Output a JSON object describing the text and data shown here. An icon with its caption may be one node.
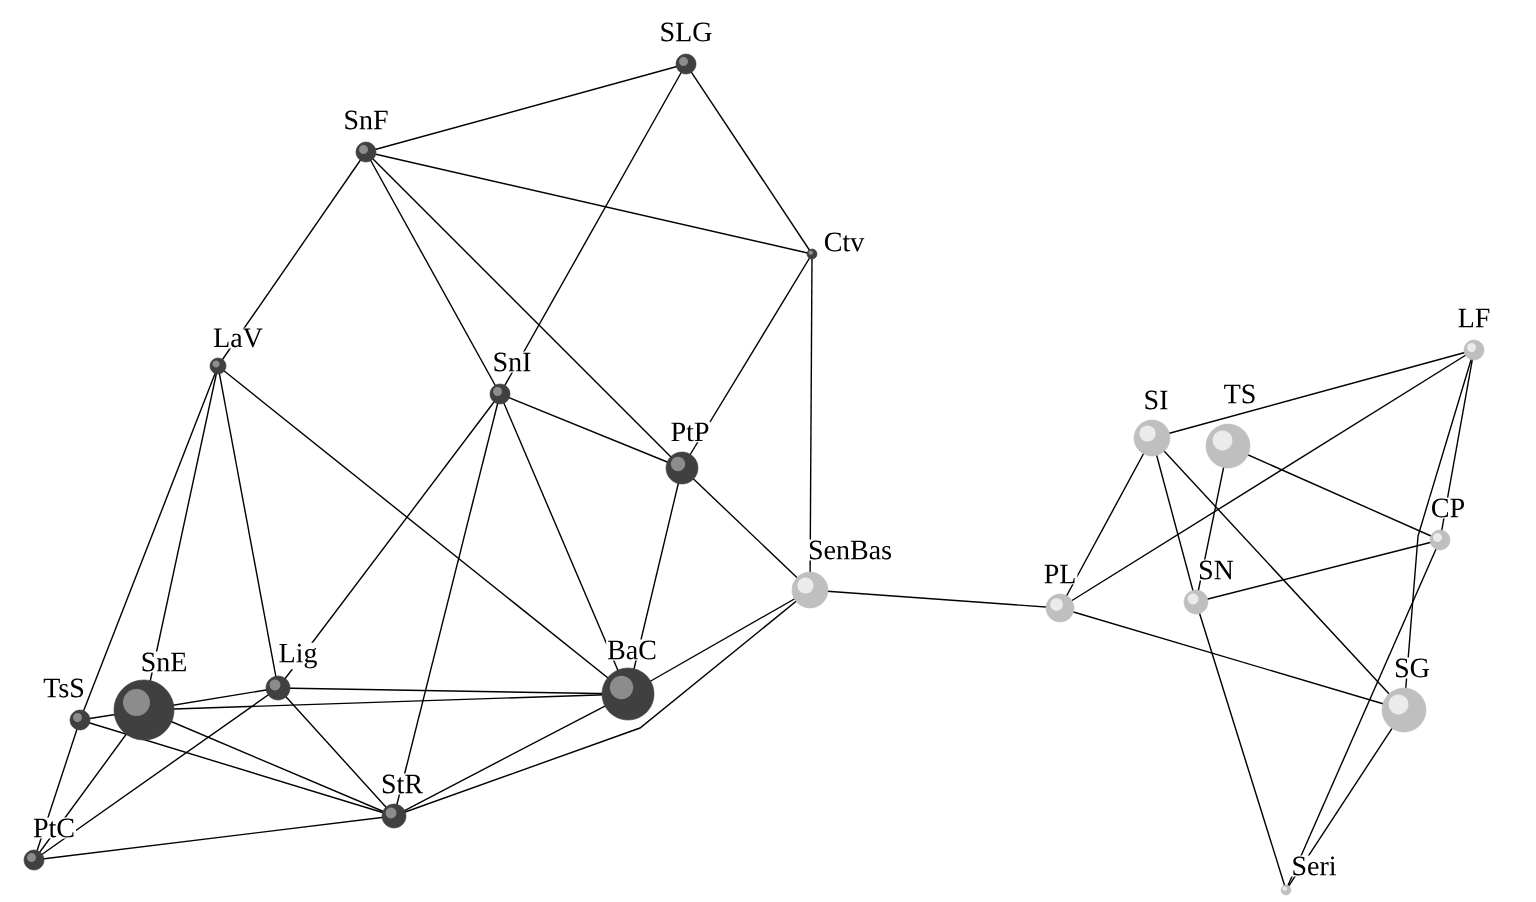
{
  "diagram": {
    "nodes": [
      {
        "text": [
          "SLG"
        ]
      },
      {
        "text": [
          "SnF"
        ]
      },
      {
        "text": [
          "Ctv"
        ]
      },
      {
        "text": [
          "LaV"
        ]
      },
      {
        "text": [
          "SnI"
        ]
      },
      {
        "text": [
          "PtP"
        ]
      },
      {
        "text": [
          "SenBas"
        ]
      },
      {
        "text": [
          "TsS"
        ]
      },
      {
        "text": [
          "SnE"
        ]
      },
      {
        "text": [
          "Lig"
        ]
      },
      {
        "text": [
          "BaC"
        ]
      },
      {
        "text": [
          "StR"
        ]
      },
      {
        "text": [
          "PtC"
        ]
      },
      {
        "text": [
          "PL"
        ]
      },
      {
        "text": [
          "SI"
        ]
      },
      {
        "text": [
          "TS"
        ]
      },
      {
        "text": [
          "LF"
        ]
      },
      {
        "text": [
          "SN"
        ]
      },
      {
        "text": [
          "CP"
        ]
      },
      {
        "text": [
          "SG"
        ]
      },
      {
        "text": [
          "Seri"
        ]
      }
    ],
    "edges": [
      {
        "from": 0,
        "to": 1,
        "arrow": "none"
      },
      {
        "from": 0,
        "to": 2,
        "arrow": "none"
      },
      {
        "from": 0,
        "to": 4,
        "arrow": "none"
      },
      {
        "from": 1,
        "to": 2,
        "arrow": "none"
      },
      {
        "from": 1,
        "to": 3,
        "arrow": "none"
      },
      {
        "from": 1,
        "to": 4,
        "arrow": "none"
      },
      {
        "from": 1,
        "to": 5,
        "arrow": "none"
      },
      {
        "from": 2,
        "to": 5,
        "arrow": "none"
      },
      {
        "from": 2,
        "to": 6,
        "arrow": "none"
      },
      {
        "from": 4,
        "to": 5,
        "arrow": "none"
      },
      {
        "from": 4,
        "to": 9,
        "arrow": "none"
      },
      {
        "from": 4,
        "to": 11,
        "arrow": "none"
      },
      {
        "from": 4,
        "to": 10,
        "arrow": "none"
      },
      {
        "from": 5,
        "to": 10,
        "arrow": "none"
      },
      {
        "from": 5,
        "to": 6,
        "arrow": "none"
      },
      {
        "from": 3,
        "to": 7,
        "arrow": "none"
      },
      {
        "from": 3,
        "to": 8,
        "arrow": "none"
      },
      {
        "from": 3,
        "to": 9,
        "arrow": "none"
      },
      {
        "from": 3,
        "to": 10,
        "arrow": "none"
      },
      {
        "from": 8,
        "to": 9,
        "arrow": "none"
      },
      {
        "from": 8,
        "to": 10,
        "arrow": "none"
      },
      {
        "from": 9,
        "to": 10,
        "arrow": "none"
      },
      {
        "from": 7,
        "to": 8,
        "arrow": "none"
      },
      {
        "from": 7,
        "to": 11,
        "arrow": "none"
      },
      {
        "from": 8,
        "to": 11,
        "arrow": "none"
      },
      {
        "from": 9,
        "to": 11,
        "arrow": "none"
      },
      {
        "from": 9,
        "to": 12,
        "arrow": "none"
      },
      {
        "from": 8,
        "to": 12,
        "arrow": "none"
      },
      {
        "from": 7,
        "to": 12,
        "arrow": "none"
      },
      {
        "from": 12,
        "to": 11,
        "arrow": "none"
      },
      {
        "from": 11,
        "to": 10,
        "arrow": "none"
      },
      {
        "from": 11,
        "to": 6,
        "arrow": "none"
      },
      {
        "from": 10,
        "to": 6,
        "arrow": "none"
      },
      {
        "from": 6,
        "to": 13,
        "arrow": "none"
      },
      {
        "from": 13,
        "to": 14,
        "arrow": "none"
      },
      {
        "from": 13,
        "to": 16,
        "arrow": "none"
      },
      {
        "from": 13,
        "to": 19,
        "arrow": "none"
      },
      {
        "from": 14,
        "to": 16,
        "arrow": "none"
      },
      {
        "from": 14,
        "to": 17,
        "arrow": "none"
      },
      {
        "from": 14,
        "to": 19,
        "arrow": "none"
      },
      {
        "from": 15,
        "to": 17,
        "arrow": "none"
      },
      {
        "from": 15,
        "to": 18,
        "arrow": "none"
      },
      {
        "from": 17,
        "to": 18,
        "arrow": "none"
      },
      {
        "from": 17,
        "to": 20,
        "arrow": "none"
      },
      {
        "from": 16,
        "to": 19,
        "arrow": "none"
      },
      {
        "from": 16,
        "to": 18,
        "arrow": "none"
      },
      {
        "from": 18,
        "to": 20,
        "arrow": "none"
      },
      {
        "from": 19,
        "to": 20,
        "arrow": "none"
      }
    ]
  }
}
